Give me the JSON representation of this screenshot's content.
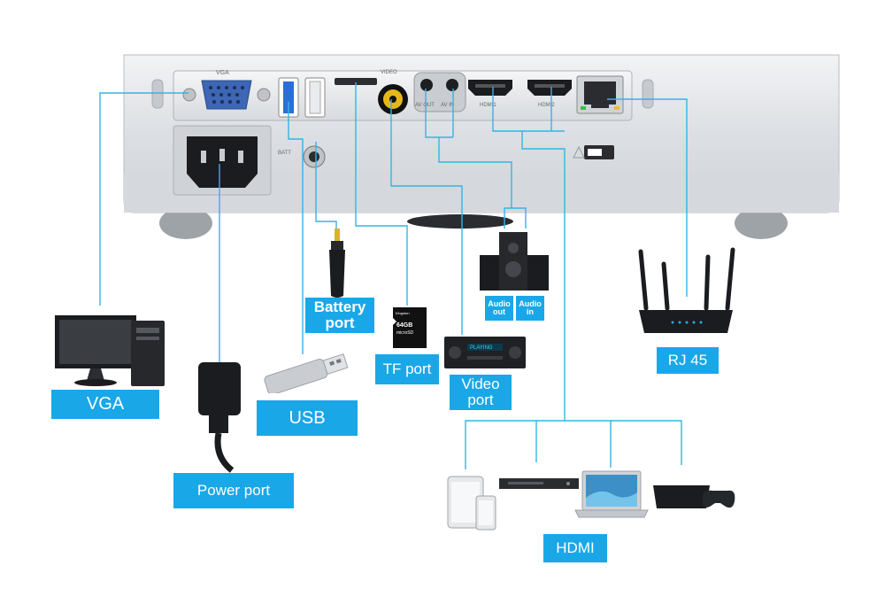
{
  "projector": {
    "ports": {
      "vga": "VGA",
      "video": "VIDEO",
      "audio_out": "AV OUT",
      "audio_in": "AV IN",
      "hdmi1": "HDMI1",
      "hdmi2": "HDMI2",
      "battery": "BATT"
    }
  },
  "labels": {
    "vga": "VGA",
    "usb": "USB",
    "power": "Power port",
    "battery": "Battery\nport",
    "tf": "TF port",
    "video": "Video\nport",
    "audio_out": "Audio\nout",
    "audio_in": "Audio\nin",
    "rj45": "RJ 45",
    "hdmi": "HDMI"
  },
  "devices": {
    "sd_card_brand": "Kingston",
    "sd_card_size": "64GB",
    "sd_card_type": "microSD",
    "dvd_display": "PLAYING"
  },
  "colors": {
    "accent": "#1aa7e8",
    "line": "#35b4e6",
    "projector_body": "#e3e5e8",
    "device_dark": "#1d1f22"
  }
}
